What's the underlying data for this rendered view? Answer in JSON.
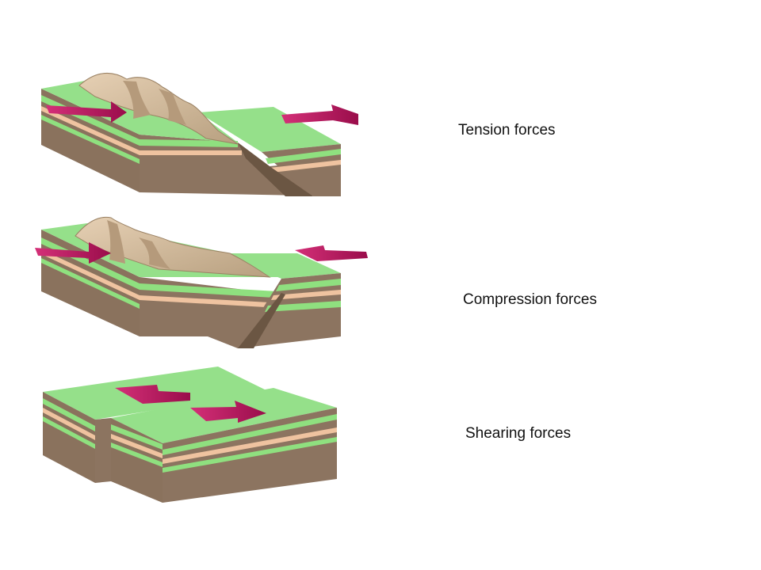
{
  "labels": {
    "tension": "Tension forces",
    "compression": "Compression forces",
    "shearing": "Shearing forces"
  },
  "colors": {
    "grass": "#95e08a",
    "green_layer": "#8fe07f",
    "tan_layer": "#efc3a0",
    "soil_front": "#8c7460",
    "soil_dark": "#6b5643",
    "mountain": "#d8bfa0",
    "mountain_shade": "#b59a7b",
    "arrow": "#b0135a",
    "arrow_dark": "#7e0c3f"
  },
  "icons": [
    "force-arrow-icon"
  ]
}
